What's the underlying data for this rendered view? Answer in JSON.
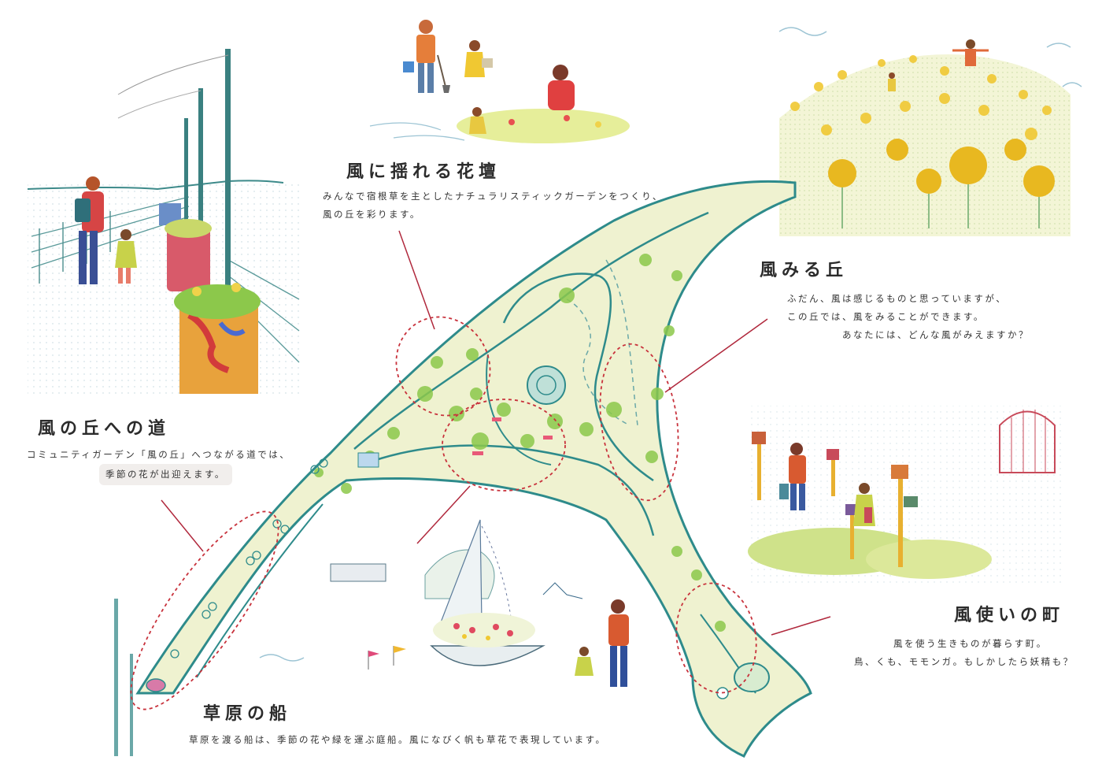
{
  "areas": [
    {
      "id": "path",
      "title": "風の丘への道",
      "lines": [
        "コミュニティガーデン「風の丘」へつながる道では、",
        "季節の花が出迎えます。"
      ]
    },
    {
      "id": "flowerbed",
      "title": "風に揺れる花壇",
      "lines": [
        "みんなで宿根草を主としたナチュラリスティックガーデンをつくり、",
        "風の丘を彩ります。"
      ]
    },
    {
      "id": "hill",
      "title": "風みる丘",
      "lines": [
        "ふだん、風は感じるものと思っていますが、",
        "この丘では、風をみることができます。",
        "あなたには、どんな風がみえますか？"
      ]
    },
    {
      "id": "town",
      "title": "風使いの町",
      "lines": [
        "風を使う生きものが暮らす町。",
        "鳥、くも、モモンガ。もしかしたら妖精も？"
      ]
    },
    {
      "id": "boat",
      "title": "草原の船",
      "lines": [
        "草原を渡る船は、季節の花や緑を運ぶ庭船。風になびく帆も草花で表現しています。"
      ]
    }
  ],
  "colors": {
    "path_outline": "#2e8b8b",
    "path_fill": "#eef0cc",
    "callout": "#b0283c",
    "dashed": "#c8323c",
    "foliage": "#8cc84b",
    "pinwheel": "#f0c832"
  }
}
